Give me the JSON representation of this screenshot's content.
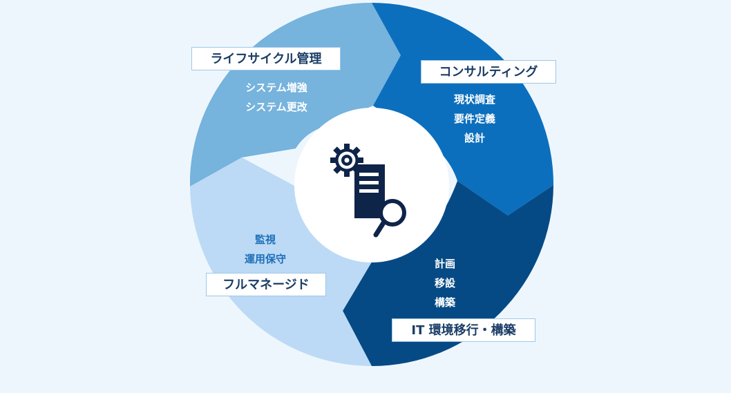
{
  "diagram": {
    "segments": [
      {
        "id": "lifecycle",
        "title": "ライフサイクル管理",
        "items": [
          "システム増強",
          "システム更改"
        ],
        "color": "#76b3dd"
      },
      {
        "id": "consulting",
        "title": "コンサルティング",
        "items": [
          "現状調査",
          "要件定義",
          "設計"
        ],
        "color": "#0c6fbd"
      },
      {
        "id": "it-migration",
        "title": "IT 環境移行・構築",
        "items": [
          "計画",
          "移設",
          "構築"
        ],
        "color": "#064a85"
      },
      {
        "id": "full-managed",
        "title": "フルマネージド",
        "items": [
          "監視",
          "運用保守"
        ],
        "color": "#bcdaf5"
      }
    ],
    "center_icon": "server-gear-magnifier-icon",
    "colors": {
      "background": "#eef6fd",
      "center": "#ffffff",
      "icon": "#0f2449",
      "label_border": "#9ec7e6",
      "label_text": "#1a3d66"
    }
  }
}
